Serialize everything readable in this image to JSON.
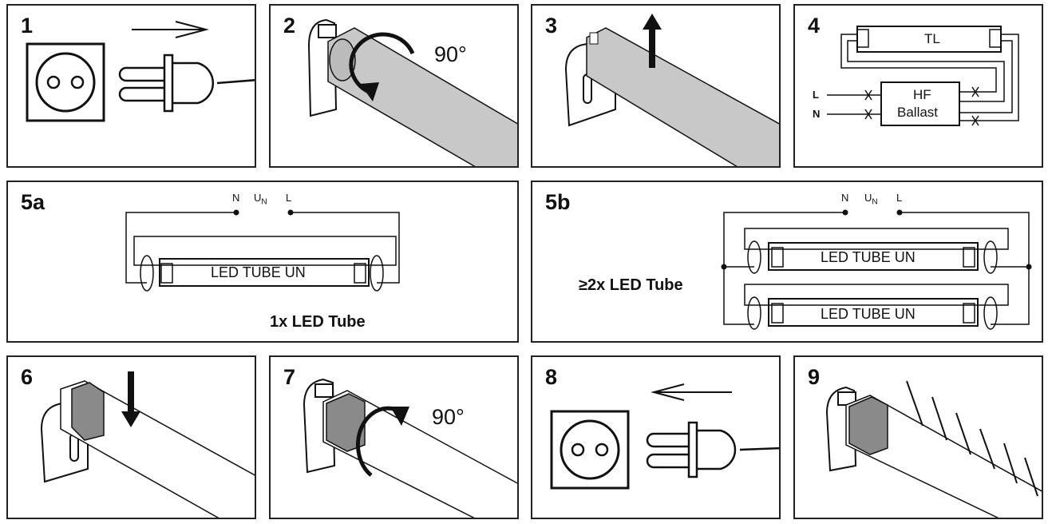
{
  "steps": [
    {
      "number": "1"
    },
    {
      "number": "2",
      "angle": "90°"
    },
    {
      "number": "3"
    },
    {
      "number": "4",
      "tl": "TL",
      "ballast_line1": "HF",
      "ballast_line2": "Ballast",
      "live": "L",
      "neutral": "N"
    },
    {
      "number": "5a",
      "n": "N",
      "un": "U",
      "un_sub": "N",
      "l": "L",
      "tube": "LED TUBE",
      "tube_un": "UN",
      "caption": "1x LED Tube"
    },
    {
      "number": "5b",
      "n": "N",
      "un": "U",
      "un_sub": "N",
      "l": "L",
      "tube": "LED TUBE",
      "tube_un": "UN",
      "caption": "≥2x LED Tube"
    },
    {
      "number": "6"
    },
    {
      "number": "7",
      "angle": "90°"
    },
    {
      "number": "8"
    },
    {
      "number": "9"
    }
  ]
}
